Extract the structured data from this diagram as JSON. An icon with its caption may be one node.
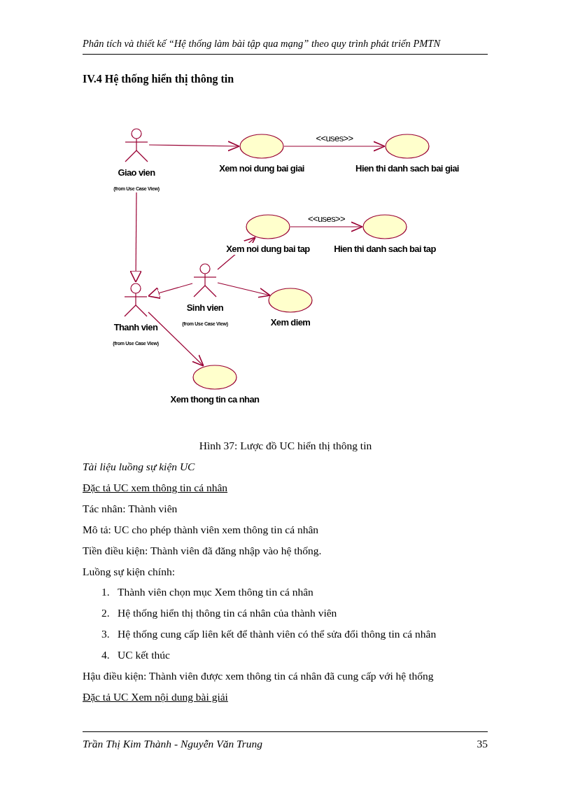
{
  "diagram": {
    "title": "IV.4  Hệ thống hiển thị thông tin",
    "caption": "Hình 37: Lược đồ UC hiển thị thông tin",
    "nodes": [
      {
        "text": [
          "Giao vien",
          "(from Use Case View)"
        ]
      },
      {
        "text": [
          "Xem noi dung bai giai"
        ]
      },
      {
        "text": [
          "Hien thi danh sach bai giai"
        ]
      },
      {
        "text": [
          "Xem noi dung bai tap"
        ]
      },
      {
        "text": [
          "Hien thi danh sach bai tap"
        ]
      },
      {
        "text": [
          "Sinh vien",
          "(from Use Case View)"
        ]
      },
      {
        "text": [
          "Thanh vien",
          "(from Use Case View)"
        ]
      },
      {
        "text": [
          "Xem diem"
        ]
      },
      {
        "text": [
          "Xem thong tin ca nhan"
        ]
      }
    ],
    "edges": [
      {
        "from": 0,
        "to": 1,
        "arrow": "to"
      },
      {
        "from": 1,
        "to": 2,
        "arrow": "to",
        "label": "<<uses>>"
      },
      {
        "from": 3,
        "to": 4,
        "arrow": "to",
        "label": "<<uses>>"
      },
      {
        "from": 0,
        "to": 6,
        "arrow": "to"
      },
      {
        "from": 5,
        "to": 6,
        "arrow": "to"
      },
      {
        "from": 5,
        "to": 3,
        "arrow": "to"
      },
      {
        "from": 5,
        "to": 7,
        "arrow": "to"
      },
      {
        "from": 6,
        "to": 8,
        "arrow": "to"
      }
    ],
    "labels": [
      "Phân tích và thiết kế “Hệ thống làm bài tập qua mạng” theo quy trình phát triển PMTN",
      "Tài liệu luồng sự kiện UC",
      "Đặc tả UC xem thông tin cá nhân",
      "Tác nhân: Thành viên",
      "Mô tả: UC cho phép thành viên xem thông tin cá nhân",
      "Tiền điều kiện: Thành viên đã đăng nhập vào hệ thống.",
      "Luồng sự kiện chính:",
      "1.",
      "Thành viên chọn mục Xem thông tin cá nhân",
      "2.",
      "Hệ thống hiển thị thông tin cá nhân của thành viên",
      "3.",
      "Hệ thống cung cấp liên kết để thành viên có thể sửa đổi thông tin cá nhân",
      "4.",
      "UC kết thúc",
      "Hậu điều kiện: Thành viên được xem thông tin cá nhân đã cung cấp với hệ thống",
      "Đặc tả UC Xem nội dung bài giải",
      "Trần Thị Kim Thành - Nguyễn Văn Trung",
      "35"
    ]
  }
}
